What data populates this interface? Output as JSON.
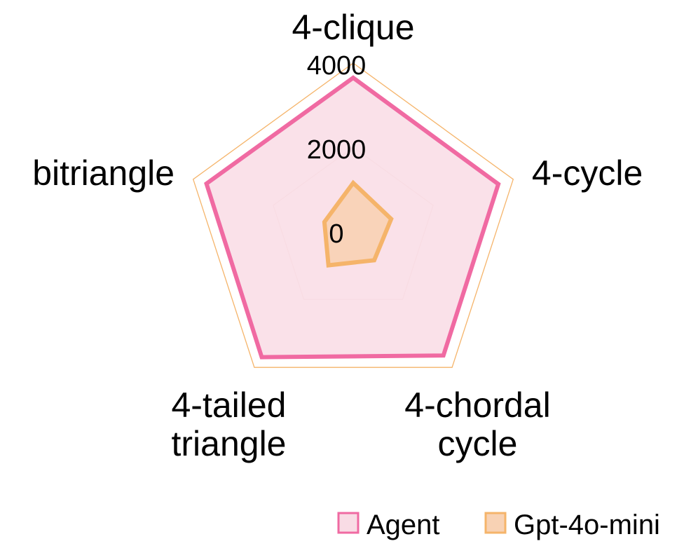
{
  "chart_data": {
    "type": "radar",
    "categories": [
      [
        "4-clique"
      ],
      [
        "4-cycle"
      ],
      [
        "4-chordal",
        "cycle"
      ],
      [
        "4-tailed",
        "triangle"
      ],
      [
        "bitriangle"
      ]
    ],
    "series": [
      {
        "name": "Agent",
        "values": [
          3650,
          3630,
          3650,
          3700,
          3670
        ],
        "color": "#f06aa2",
        "fill": "#f9dce5"
      },
      {
        "name": "Gpt-4o-mini",
        "values": [
          1150,
          950,
          850,
          1000,
          720
        ],
        "color": "#f5b46a",
        "fill": "#f8d2b4"
      }
    ],
    "rlim": [
      0,
      4000
    ],
    "ticks": [
      0,
      2000,
      4000
    ],
    "tick_labels": [
      "0",
      "2000",
      "4000"
    ],
    "grid": true,
    "legend_position": "bottom-right"
  }
}
